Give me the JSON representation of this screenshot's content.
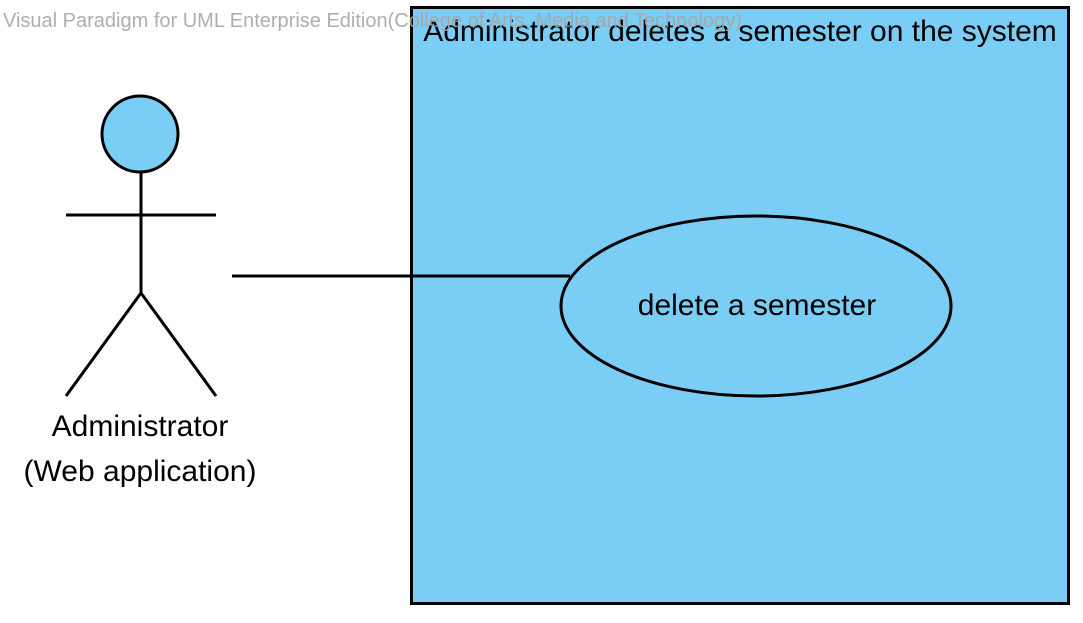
{
  "diagram": {
    "type": "uml-use-case",
    "watermark": "Visual Paradigm for UML Enterprise Edition(College of Arts, Media and Technology)",
    "system_boundary": {
      "title": "Administrator deletes a semester on the system",
      "fill": "#7acdf4",
      "stroke": "#000000"
    },
    "actor": {
      "label": "Administrator (Web application)",
      "head_fill": "#7acdf4"
    },
    "use_case": {
      "label": "delete a semester",
      "fill": "#7acdf4"
    }
  }
}
